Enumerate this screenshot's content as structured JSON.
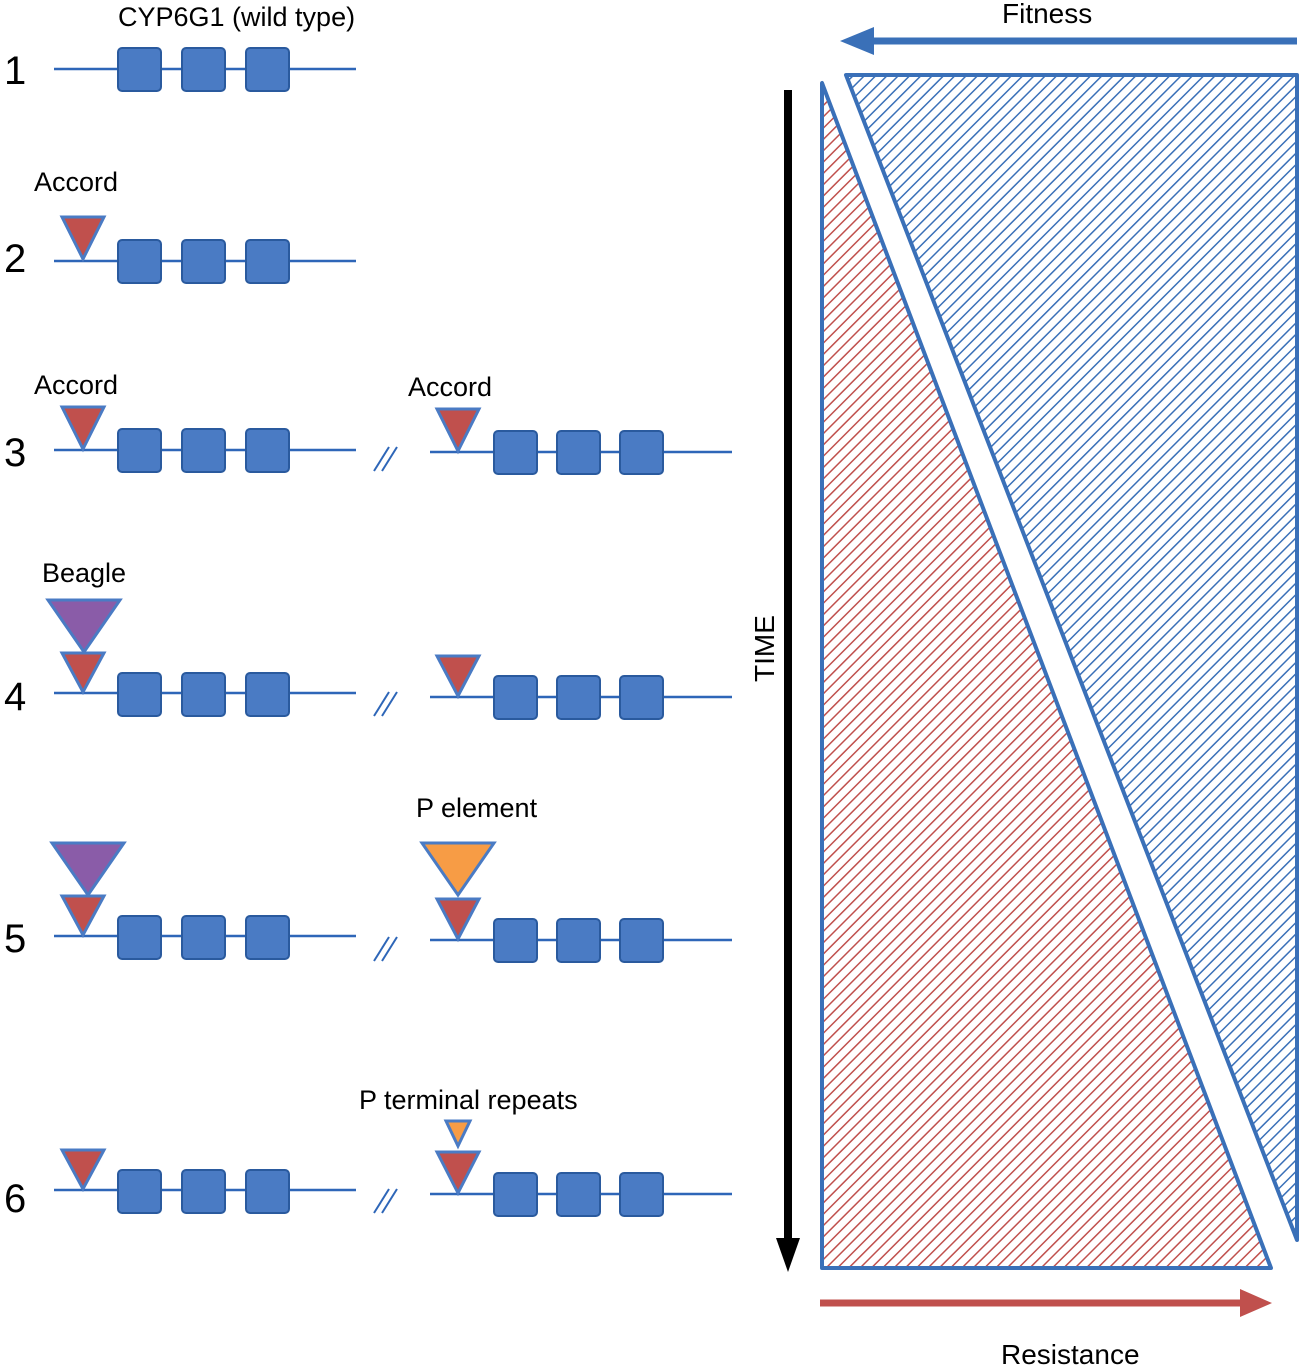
{
  "figure": {
    "rows": [
      {
        "number": "1",
        "label": "CYP6G1 (wild type)",
        "second_label": ""
      },
      {
        "number": "2",
        "label": "Accord",
        "second_label": ""
      },
      {
        "number": "3",
        "label": "Accord",
        "second_label": "Accord"
      },
      {
        "number": "4",
        "label": "Beagle",
        "second_label": ""
      },
      {
        "number": "5",
        "label": "",
        "second_label": "P element"
      },
      {
        "number": "6",
        "label": "",
        "second_label": "P terminal repeats"
      }
    ],
    "axes": {
      "fitness": "Fitness",
      "time": "TIME",
      "resistance": "Resistance"
    },
    "colors": {
      "gene_box": "#4a7bc4",
      "gene_line": "#2e66b8",
      "accord": "#c0504d",
      "beagle": "#8a5ca8",
      "p_element": "#f79c45",
      "fitness": "#3a70b8",
      "resistance": "#c0504d",
      "time_arrow": "#000000"
    }
  }
}
